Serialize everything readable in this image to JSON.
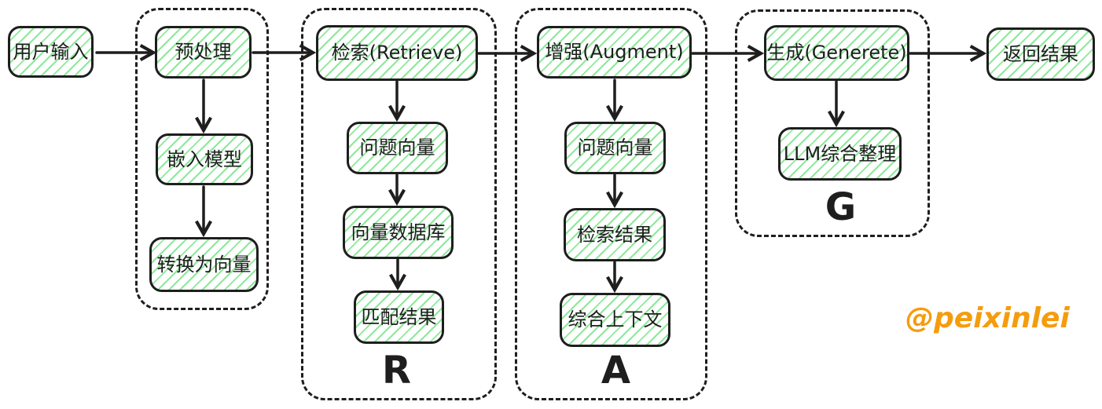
{
  "nodes": {
    "user_input": "用户输入",
    "preprocess": "预处理",
    "embed_model": "嵌入模型",
    "convert_to_vector": "转换为向量",
    "retrieve": "检索(Retrieve)",
    "retrieve_question_vector": "问题向量",
    "vector_database": "向量数据库",
    "match_result": "匹配结果",
    "augment": "增强(Augment)",
    "augment_question_vector": "问题向量",
    "retrieve_result": "检索结果",
    "combined_context": "综合上下文",
    "generate": "生成(Generete)",
    "llm_summarize": "LLM综合整理",
    "return_result": "返回结果"
  },
  "group_letters": {
    "retrieve": "R",
    "augment": "A",
    "generate": "G"
  },
  "watermark": "@peixinlei",
  "colors": {
    "stroke": "#1e1e1e",
    "hatch_green": "#8ce99a",
    "watermark_orange": "#f59c0c",
    "canvas": "#ffffff"
  }
}
